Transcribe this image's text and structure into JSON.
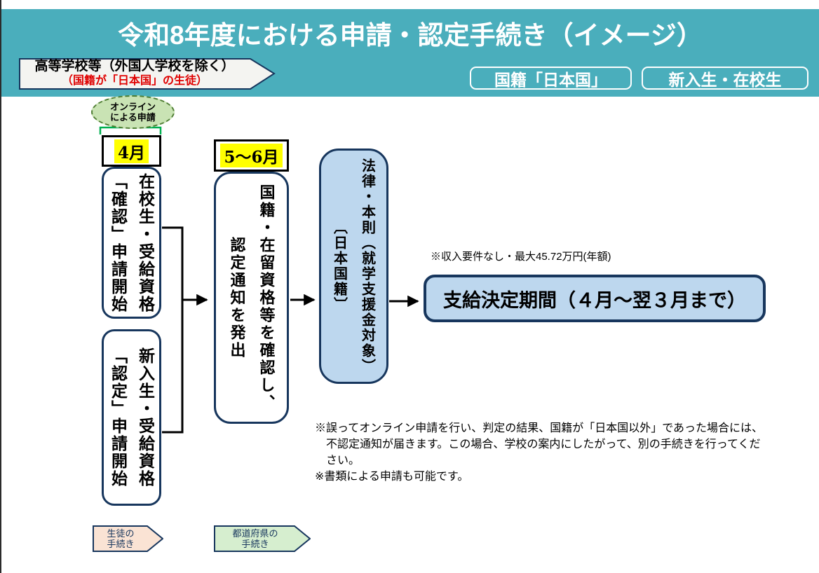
{
  "page": {
    "title": "令和8年度における申請・認定手続き（イメージ）"
  },
  "header": {
    "school_tag": {
      "line1": "高等学校等（外国人学校を除く）",
      "line2": "（国籍が「日本国」の生徒）"
    },
    "badges": [
      {
        "label": "国籍「日本国」"
      },
      {
        "label": "新入生・在校生"
      }
    ]
  },
  "flow": {
    "online_badge": "オンライン\nによる申請",
    "step_current_students": {
      "month": "4月",
      "text": "在校生・受給資格\n「確認」申請開始"
    },
    "step_new_students": {
      "text": "新入生・受給資格\n「認定」申請開始"
    },
    "step_prefecture": {
      "month": "5～6月",
      "text": "国籍・在留資格等を確認し、\n認定通知を発出"
    },
    "step_law": {
      "text": "法律・本則（就学支援金対象）\n〔日本国籍〕"
    },
    "payment": {
      "note": "※収入要件なし・最大45.72万円(年額)",
      "label": "支給決定期間（４月～翌３月まで）"
    }
  },
  "footnotes": "※誤ってオンライン申請を行い、判定の結果、国籍が「日本国以外」であった場合には、\n　不認定通知が届きます。この場合、学校の案内にしたがって、別の手続きを行ってくだ\n　さい。\n※書類による申請も可能です。",
  "legend": {
    "student": "生徒の\n手続き",
    "prefecture": "都道府県の\n手続き"
  },
  "colors": {
    "teal": "#4AAEBC",
    "highlight_yellow": "#FFFF00",
    "light_blue": "#BDD7EE",
    "bracket_green": "#00B050",
    "ellipse_green": "#C9E3B4",
    "legend_pink": "#FAE3D4",
    "legend_green": "#D6EECF",
    "border_navy": "#17365D",
    "alert_red": "#E00000"
  }
}
